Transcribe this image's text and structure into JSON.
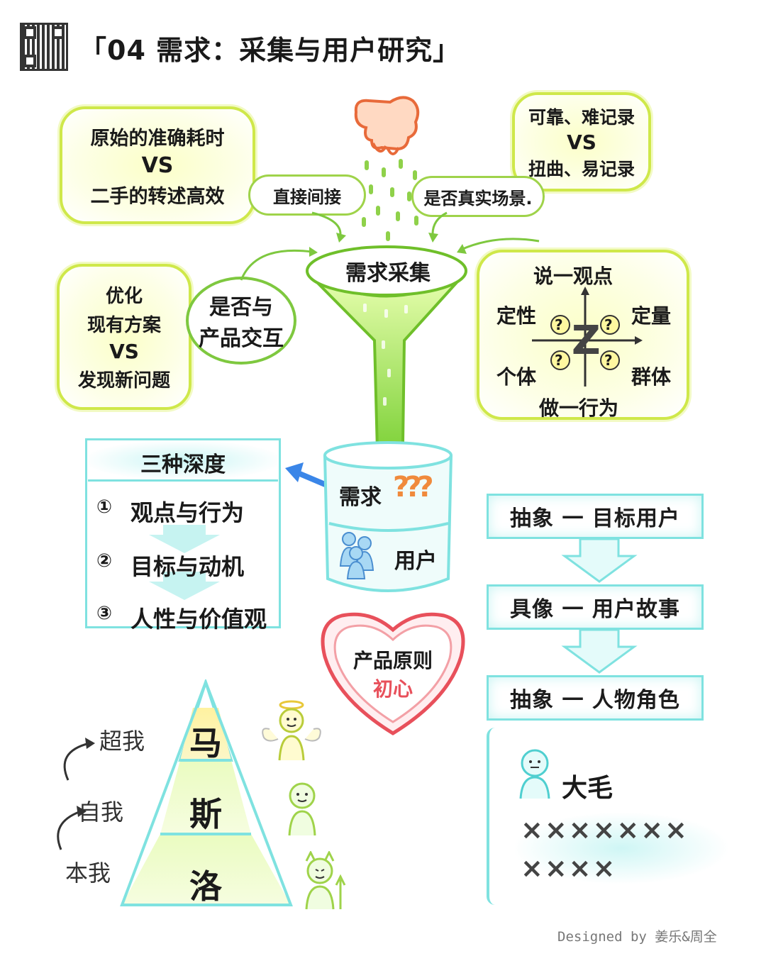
{
  "title": "「04 需求：采集与用户研究」",
  "credit": "Designed by 姜乐&周全",
  "top_left_cloud": {
    "line1": "原始的准确耗时",
    "vs": "VS",
    "line2": "二手的转述高效"
  },
  "top_right_cloud": {
    "line1": "可靠、难记录",
    "vs": "VS",
    "line2": "扭曲、易记录"
  },
  "left_cloud": {
    "line1": "优化",
    "line2": "现有方案",
    "vs": "VS",
    "line3": "发现新问题"
  },
  "pill_direct": "直接间接",
  "pill_real": "是否真实场景.",
  "bubble_interact": {
    "line1": "是否与",
    "line2": "产品交互"
  },
  "funnel_label": "需求采集",
  "quadrant": {
    "top": "说一观点",
    "bottom": "做一行为",
    "left_top": "定性",
    "left_bottom": "个体",
    "right_top": "定量",
    "right_bottom": "群体",
    "marks": [
      "?",
      "?",
      "?",
      "?"
    ],
    "z": "Z"
  },
  "depth_panel": {
    "title": "三种深度",
    "items": [
      {
        "num": "①",
        "text": "观点与行为"
      },
      {
        "num": "②",
        "text": "目标与动机"
      },
      {
        "num": "③",
        "text": "人性与价值观"
      }
    ]
  },
  "jar": {
    "top_label": "需求",
    "question_marks": "???",
    "bottom_label": "用户"
  },
  "principle_heart": {
    "line1": "产品原则",
    "line2": "初心"
  },
  "abstraction": {
    "step1": "抽象 一 目标用户",
    "step2": "具像 一 用户故事",
    "step3": "抽象 一 人物角色"
  },
  "persona": {
    "name": "大毛",
    "line1": "×××××××",
    "line2": "××××"
  },
  "maslow": {
    "top": "马",
    "mid": "斯",
    "bottom": "洛",
    "superego": "超我",
    "ego": "自我",
    "id": "本我"
  },
  "colors": {
    "lime": "#cfe84a",
    "green": "#8fd14a",
    "cyan": "#7fe2e0",
    "blue_arrow": "#3a86e8",
    "heart_red": "#e8505b",
    "orange": "#f08a3c"
  }
}
